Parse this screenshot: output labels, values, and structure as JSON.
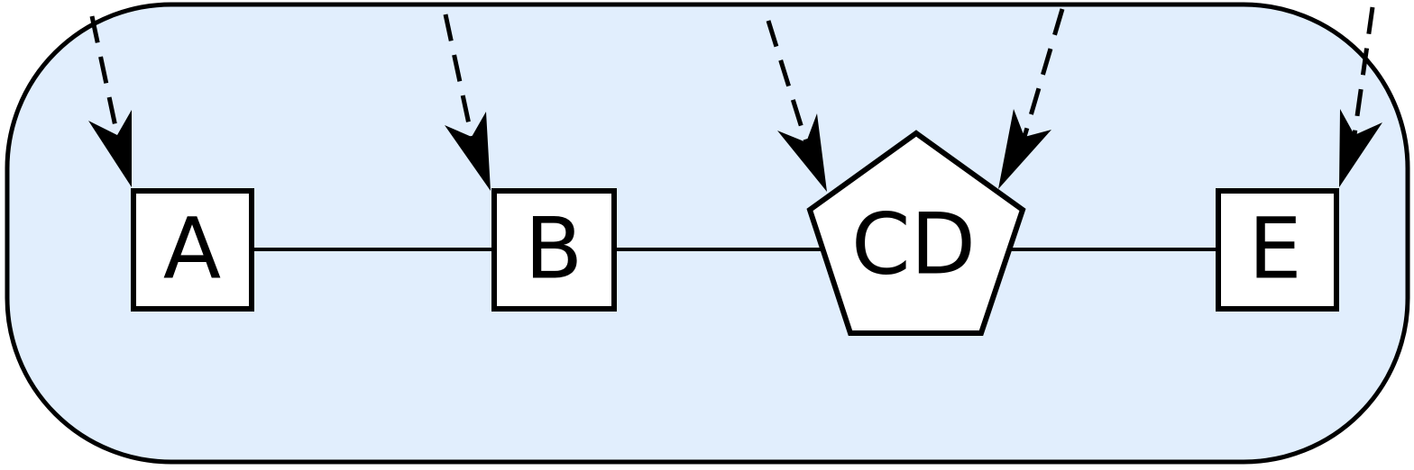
{
  "diagram": {
    "colors": {
      "container_fill": "#e1eefd",
      "stroke": "#000000",
      "node_fill": "#ffffff"
    },
    "nodes": [
      {
        "id": "A",
        "label": "A",
        "shape": "square"
      },
      {
        "id": "B",
        "label": "B",
        "shape": "square"
      },
      {
        "id": "CD",
        "label": "CD",
        "shape": "pentagon"
      },
      {
        "id": "E",
        "label": "E",
        "shape": "square"
      }
    ],
    "edges": [
      {
        "from": "A",
        "to": "B",
        "style": "solid"
      },
      {
        "from": "B",
        "to": "CD",
        "style": "solid"
      },
      {
        "from": "CD",
        "to": "E",
        "style": "solid"
      }
    ],
    "incoming_arrows": [
      {
        "to": "A",
        "style": "dashed",
        "head": "filled"
      },
      {
        "to": "B",
        "style": "dashed",
        "head": "filled"
      },
      {
        "to": "CD",
        "style": "dashed",
        "head": "filled"
      },
      {
        "to": "CD",
        "style": "dashed",
        "head": "filled"
      },
      {
        "to": "E",
        "style": "dashed",
        "head": "filled"
      }
    ]
  }
}
